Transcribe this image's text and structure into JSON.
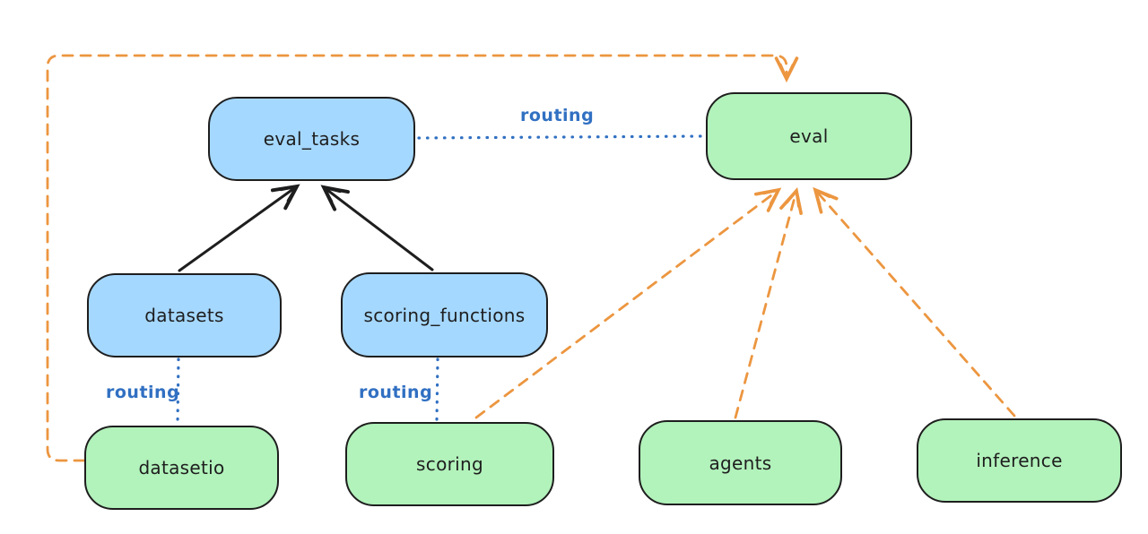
{
  "app": {
    "type": "architecture-diagram",
    "background": "#ffffff"
  },
  "diagram": {
    "nodes": [
      {
        "id": "eval_tasks",
        "label": "eval_tasks",
        "kind": "registry",
        "fill": "#a5d8ff"
      },
      {
        "id": "eval",
        "label": "eval",
        "kind": "api",
        "fill": "#b2f2bb"
      },
      {
        "id": "datasets",
        "label": "datasets",
        "kind": "registry",
        "fill": "#a5d8ff"
      },
      {
        "id": "scoring_functions",
        "label": "scoring_functions",
        "kind": "registry",
        "fill": "#a5d8ff"
      },
      {
        "id": "datasetio",
        "label": "datasetio",
        "kind": "api",
        "fill": "#b2f2bb"
      },
      {
        "id": "scoring",
        "label": "scoring",
        "kind": "api",
        "fill": "#b2f2bb"
      },
      {
        "id": "agents",
        "label": "agents",
        "kind": "api",
        "fill": "#b2f2bb"
      },
      {
        "id": "inference",
        "label": "inference",
        "kind": "api",
        "fill": "#b2f2bb"
      }
    ],
    "edges": [
      {
        "from": "eval_tasks",
        "to": "eval",
        "label": "routing",
        "style": "dotted",
        "color": "#3170c2",
        "arrow": false
      },
      {
        "from": "datasets",
        "to": "eval_tasks",
        "label": "",
        "style": "solid",
        "color": "#1e1e1e",
        "arrow": true
      },
      {
        "from": "scoring_functions",
        "to": "eval_tasks",
        "label": "",
        "style": "solid",
        "color": "#1e1e1e",
        "arrow": true
      },
      {
        "from": "datasets",
        "to": "datasetio",
        "label": "routing",
        "style": "dotted",
        "color": "#3170c2",
        "arrow": false
      },
      {
        "from": "scoring_functions",
        "to": "scoring",
        "label": "routing",
        "style": "dotted",
        "color": "#3170c2",
        "arrow": false
      },
      {
        "from": "datasetio",
        "to": "eval",
        "label": "",
        "style": "dashed",
        "color": "#ec9640",
        "arrow": true
      },
      {
        "from": "scoring",
        "to": "eval",
        "label": "",
        "style": "dashed",
        "color": "#ec9640",
        "arrow": true
      },
      {
        "from": "agents",
        "to": "eval",
        "label": "",
        "style": "dashed",
        "color": "#ec9640",
        "arrow": true
      },
      {
        "from": "inference",
        "to": "eval",
        "label": "",
        "style": "dashed",
        "color": "#ec9640",
        "arrow": true
      }
    ],
    "colors": {
      "registry_fill": "#a5d8ff",
      "api_fill": "#b2f2bb",
      "stroke": "#1e1e1e",
      "routing_blue": "#3170c2",
      "provider_orange": "#ec9640"
    }
  }
}
